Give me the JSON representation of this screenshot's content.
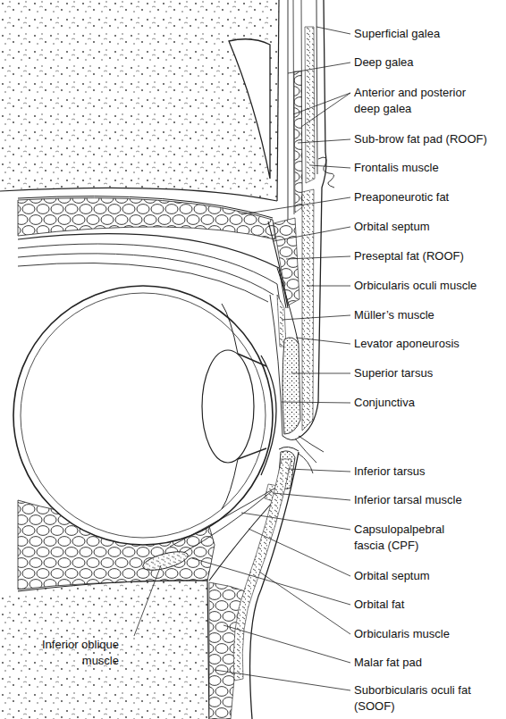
{
  "diagram": {
    "labels": [
      "Superficial galea",
      "Deep galea",
      "Anterior and posterior deep galea",
      "Sub-brow fat pad (ROOF)",
      "Frontalis muscle",
      "Preaponeurotic fat",
      "Orbital septum",
      "Preseptal fat (ROOF)",
      "Orbicularis oculi muscle",
      "Müller’s muscle",
      "Levator aponeurosis",
      "Superior tarsus",
      "Conjunctiva",
      "Inferior tarsus",
      "Inferior tarsal muscle",
      "Capsulopalpebral fascia (CPF)",
      "Orbital septum",
      "Orbital fat",
      "Orbicularis muscle",
      "Malar fat pad",
      "Suborbicularis oculi fat (SOOF)",
      "Inferior oblique muscle"
    ]
  }
}
